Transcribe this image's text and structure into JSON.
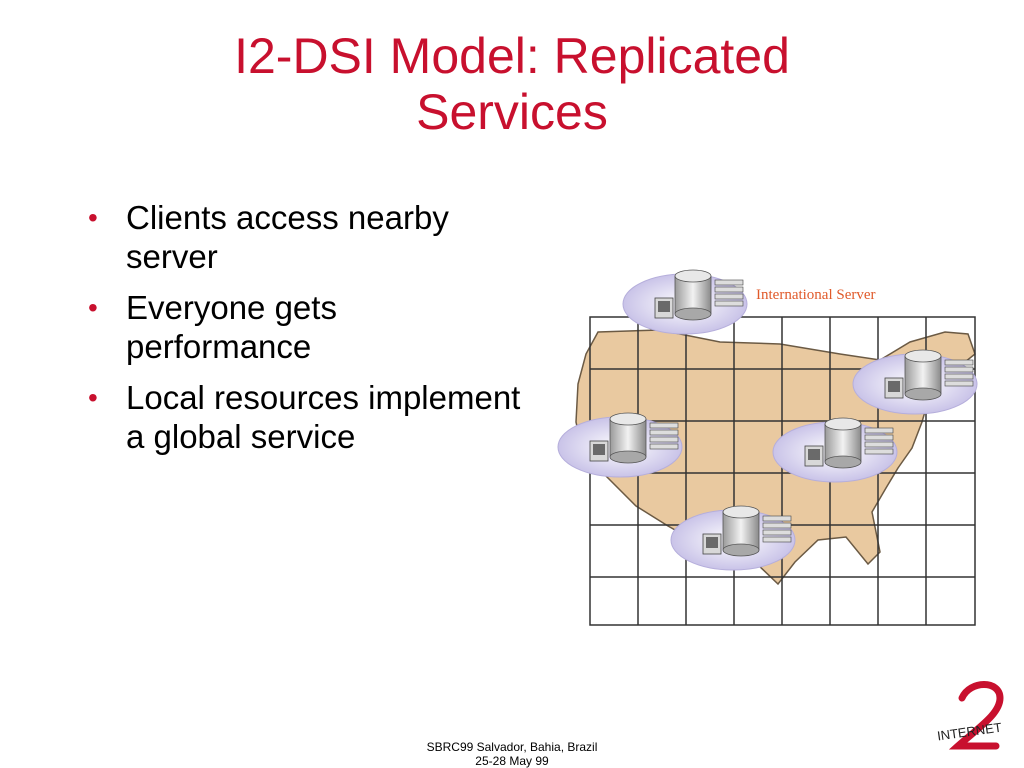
{
  "slide": {
    "title_line1": "I2-DSI Model: Replicated",
    "title_line2": "Services",
    "bullets": [
      "Clients access nearby server",
      "Everyone gets performance",
      "Local resources implement a global service"
    ]
  },
  "figure": {
    "label": "International Server",
    "map_fill": "#e9c9a0",
    "server_glow": "#c9c3e8",
    "label_color": "#e05a2a"
  },
  "footer": {
    "line1": "SBRC99 Salvador, Bahia, Brazil",
    "line2": "25-28 May 99"
  },
  "logo": {
    "text": "INTERNET"
  }
}
